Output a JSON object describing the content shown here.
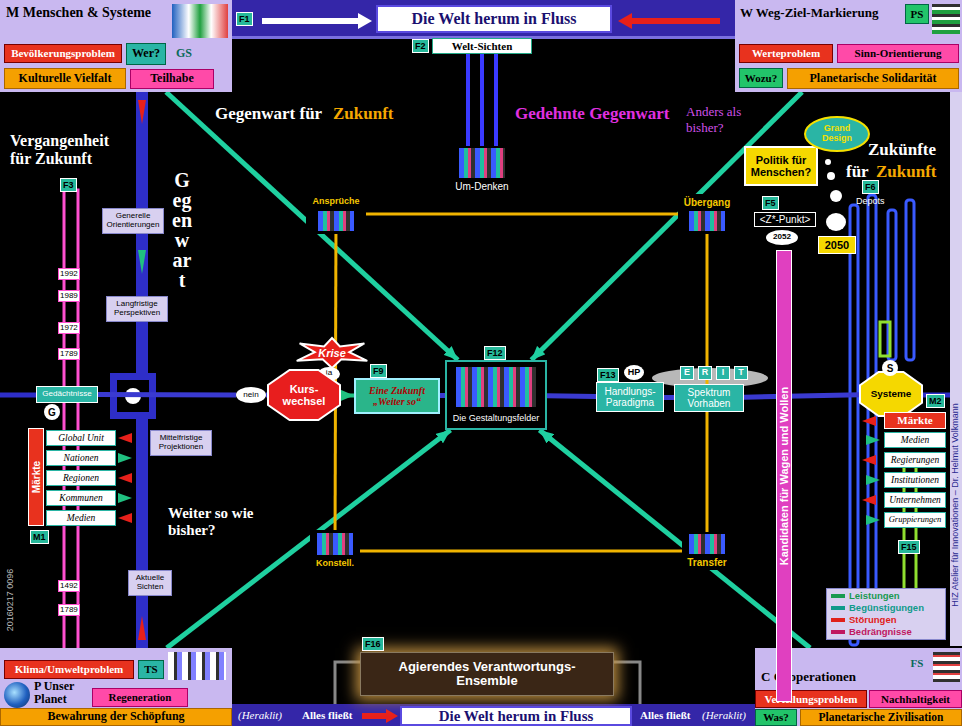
{
  "diagram": {
    "nodes": [
      {
        "text": [
          "M Menschen & Systeme"
        ]
      },
      {
        "text": [
          "Bevölkerungsproblem"
        ],
        "in": 0
      },
      {
        "text": [
          "Wer?"
        ],
        "in": 0
      },
      {
        "text": [
          "GS"
        ],
        "in": 0
      },
      {
        "text": [
          "Kulturelle Vielfalt"
        ],
        "in": 0
      },
      {
        "text": [
          "Teilhabe"
        ],
        "in": 0
      },
      {
        "text": [
          "Die Welt herum in Fluss"
        ]
      },
      {
        "text": [
          "W Weg-Ziel-Markierung"
        ]
      },
      {
        "text": [
          "PS"
        ],
        "in": 7
      },
      {
        "text": [
          "Werteproblem"
        ],
        "in": 7
      },
      {
        "text": [
          "Sinn-Orientierung"
        ],
        "in": 7
      },
      {
        "text": [
          "Wozu?"
        ],
        "in": 7
      },
      {
        "text": [
          "Planetarische Solidarität"
        ],
        "in": 7
      },
      {
        "text": [
          "Welt-Sichten"
        ]
      },
      {
        "text": [
          "Um-Denken"
        ]
      },
      {
        "text": [
          "Generelle Orientierungen"
        ]
      },
      {
        "text": [
          "Langfristige Perspektiven"
        ]
      },
      {
        "text": [
          "Ansprüche"
        ]
      },
      {
        "text": [
          "Übergang"
        ]
      },
      {
        "text": [
          "Politik für Menschen?"
        ]
      },
      {
        "text": [
          "Grand Design"
        ]
      },
      {
        "text": [
          "<Z*-Punkt>"
        ]
      },
      {
        "text": [
          "2052"
        ]
      },
      {
        "text": [
          "2050"
        ]
      },
      {
        "text": [
          "Gedächtnisse"
        ]
      },
      {
        "text": [
          "G"
        ]
      },
      {
        "text": [
          "Krise"
        ]
      },
      {
        "text": [
          "ja"
        ]
      },
      {
        "text": [
          "nein"
        ]
      },
      {
        "text": [
          "Kurs-wechsel"
        ]
      },
      {
        "text": [
          "Eine Zukunft „Weiter so“"
        ]
      },
      {
        "text": [
          "Die Gestaltungsfelder"
        ]
      },
      {
        "text": [
          "HP"
        ]
      },
      {
        "text": [
          "Handlungs-Paradigma"
        ]
      },
      {
        "text": [
          "E"
        ]
      },
      {
        "text": [
          "R"
        ]
      },
      {
        "text": [
          "I"
        ]
      },
      {
        "text": [
          "T"
        ]
      },
      {
        "text": [
          "Spektrum Vorhaben"
        ]
      },
      {
        "text": [
          "Systeme"
        ]
      },
      {
        "text": [
          "S"
        ]
      },
      {
        "text": [
          "Märkte"
        ]
      },
      {
        "text": [
          "Medien"
        ]
      },
      {
        "text": [
          "Regierungen"
        ]
      },
      {
        "text": [
          "Institutionen"
        ]
      },
      {
        "text": [
          "Unternehmen"
        ]
      },
      {
        "text": [
          "Gruppierungen"
        ]
      },
      {
        "text": [
          "Global Unit"
        ]
      },
      {
        "text": [
          "Nationen"
        ]
      },
      {
        "text": [
          "Regionen"
        ]
      },
      {
        "text": [
          "Kommunen"
        ]
      },
      {
        "text": [
          "Medien"
        ]
      },
      {
        "text": [
          "Märkte"
        ]
      },
      {
        "text": [
          "Mittelfristige Projektionen"
        ]
      },
      {
        "text": [
          "Aktuelle Sichten"
        ]
      },
      {
        "text": [
          "Konstell."
        ]
      },
      {
        "text": [
          "Transfer"
        ]
      },
      {
        "text": [
          "Agierendes Verantwortungs-Ensemble"
        ]
      },
      {
        "text": [
          "P Unser Planet"
        ]
      },
      {
        "text": [
          "Klima/Umweltproblem"
        ],
        "in": 58
      },
      {
        "text": [
          "TS"
        ],
        "in": 58
      },
      {
        "text": [
          "Regeneration"
        ],
        "in": 58
      },
      {
        "text": [
          "Bewahrung der Schöpfung"
        ],
        "in": 58
      },
      {
        "text": [
          "C Cooperationen"
        ]
      },
      {
        "text": [
          "FS"
        ],
        "in": 63
      },
      {
        "text": [
          "Verteilungsproblem"
        ],
        "in": 63
      },
      {
        "text": [
          "Nachhaltigkeit"
        ],
        "in": 63
      },
      {
        "text": [
          "Was?"
        ],
        "in": 63
      },
      {
        "text": [
          "Planetarische Zivilisation"
        ],
        "in": 63
      },
      {
        "text": [
          "Die Welt herum in Fluss"
        ]
      },
      {
        "text": [
          "Kandidaten für Wagen und Wollen"
        ]
      }
    ],
    "edges": [
      {
        "from": 0,
        "to": 31,
        "arrow": "to"
      },
      {
        "from": 7,
        "to": 31,
        "arrow": "to"
      },
      {
        "from": 58,
        "to": 31,
        "arrow": "to"
      },
      {
        "from": 63,
        "to": 31,
        "arrow": "to"
      },
      {
        "from": 17,
        "to": 18,
        "arrow": "none"
      },
      {
        "from": 18,
        "to": 56,
        "arrow": "none"
      },
      {
        "from": 56,
        "to": 55,
        "arrow": "none"
      },
      {
        "from": 55,
        "to": 17,
        "arrow": "none"
      },
      {
        "from": 13,
        "to": 14,
        "arrow": "none"
      },
      {
        "from": 24,
        "to": 28,
        "arrow": "none"
      },
      {
        "from": 28,
        "to": 29,
        "arrow": "none"
      },
      {
        "from": 29,
        "to": 30,
        "arrow": "to"
      },
      {
        "from": 30,
        "to": 31,
        "arrow": "none"
      },
      {
        "from": 31,
        "to": 33,
        "arrow": "none"
      },
      {
        "from": 33,
        "to": 38,
        "arrow": "none"
      },
      {
        "from": 38,
        "to": 39,
        "arrow": "none"
      }
    ],
    "labels": [
      "F1",
      "F2",
      "Vergangenheit für Zukunft",
      "F3",
      "1992",
      "1989",
      "1972",
      "1789",
      "1492",
      "1789",
      "M1",
      "20160217 0096",
      "Gegenwart",
      "Gegenwart für",
      "Zukunft",
      "Gedehnte Gegenwart",
      "Anders als bisher?",
      "Zukünfte",
      "für",
      "Zukunft",
      "F5",
      "F6",
      "Depots",
      "F9",
      "F12",
      "F13",
      "M2",
      "F15",
      "Weiter so wie bisher?",
      "F16",
      "(Heraklit)",
      "Alles fließt",
      "Alles fließt",
      "(Heraklit)",
      "HIZ Atelier für Innovationen – Dr. Helmut Volkmann"
    ],
    "legend": [
      {
        "text": "Leistungen",
        "color": "#1a9a50"
      },
      {
        "text": "Begünstigungen",
        "color": "#0f9a8a"
      },
      {
        "text": "Störungen",
        "color": "#e0201a"
      },
      {
        "text": "Bedrängnisse",
        "color": "#c01860"
      }
    ]
  }
}
